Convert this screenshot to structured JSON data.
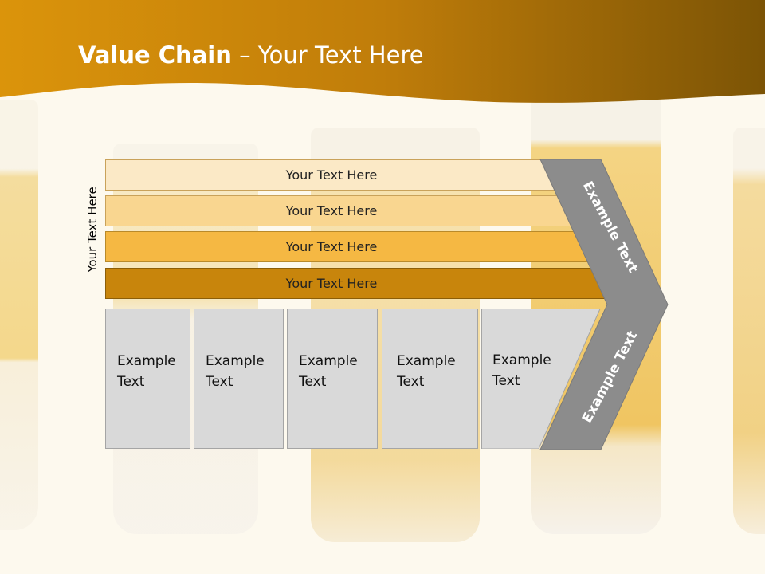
{
  "slide": {
    "title_bold": "Value Chain",
    "title_rest": " – Your Text Here",
    "side_label": "Your Text Here"
  },
  "bars": [
    {
      "label": "Your Text Here",
      "color": "#fbe9c6"
    },
    {
      "label": "Your Text Here",
      "color": "#f9d690"
    },
    {
      "label": "Your Text Here",
      "color": "#f5b843"
    },
    {
      "label": "Your Text Here",
      "color": "#c8850c"
    }
  ],
  "boxes": [
    {
      "line1": "Example",
      "line2": "Text"
    },
    {
      "line1": "Example",
      "line2": "Text"
    },
    {
      "line1": "Example",
      "line2": "Text"
    },
    {
      "line1": "Example",
      "line2": "Text"
    },
    {
      "line1": "Example",
      "line2": "Text"
    }
  ],
  "chevron": {
    "upper_text": "Example Text",
    "lower_text": "Example Text",
    "color": "#8c8c8c"
  },
  "colors": {
    "header_left": "#d9900a",
    "header_right": "#7a5204",
    "background": "#fdf9ee"
  }
}
